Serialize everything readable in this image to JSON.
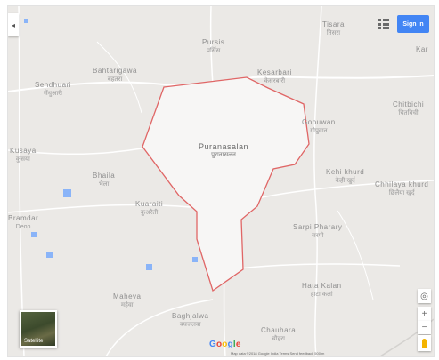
{
  "header": {
    "signin_label": "Sign in",
    "collapse_glyph": "◂",
    "apps_icon": "apps-grid-icon"
  },
  "map": {
    "colors": {
      "land": "#ebe9e6",
      "road": "#ffffff",
      "water": "#8ab4f8",
      "boundary": "#e06666",
      "highlight": "#f7f6f5"
    },
    "highlighted_area": "Puranasalan",
    "places": [
      {
        "en": "Pursis",
        "hi": "पर्सिस"
      },
      {
        "en": "Tisara",
        "hi": "तिसरा"
      },
      {
        "en": "Kar",
        "hi": ""
      },
      {
        "en": "Bahtarigawa",
        "hi": "बहतरा"
      },
      {
        "en": "Sendhuari",
        "hi": "सेंधुआरी"
      },
      {
        "en": "Kesarbari",
        "hi": "केसरबारी"
      },
      {
        "en": "Chitbichi",
        "hi": "चितबिची"
      },
      {
        "en": "Gopuwan",
        "hi": "गोपुवान"
      },
      {
        "en": "Puranasalan",
        "hi": "पुरानासलन"
      },
      {
        "en": "Kusaya",
        "hi": "कुसया"
      },
      {
        "en": "Bhaila",
        "hi": "भैला"
      },
      {
        "en": "Kehi khurd",
        "hi": "केही खुर्द"
      },
      {
        "en": "Chhilaya khurd",
        "hi": "छिलैया खुर्द"
      },
      {
        "en": "Kuaraiti",
        "hi": "कुअरैती"
      },
      {
        "en": "Bramdar",
        "hi": ""
      },
      {
        "en": "Sarpi Pharary",
        "hi": "सरपी"
      },
      {
        "en": "Maheva",
        "hi": "महेवा"
      },
      {
        "en": "Hata Kalan",
        "hi": "हाटा कलां"
      },
      {
        "en": "Baghjalwa",
        "hi": "बघजलवा"
      },
      {
        "en": "Chauhara",
        "hi": "चौहरा"
      }
    ]
  },
  "controls": {
    "satellite_label": "Satellite",
    "zoom_in": "+",
    "zoom_out": "−",
    "location_glyph": "◎"
  },
  "footer": {
    "logo": {
      "G": "G",
      "o1": "o",
      "o2": "o",
      "g": "g",
      "l": "l",
      "e": "e"
    },
    "text": "Map data ©2018 Google   India   Terms   Send feedback   500 m"
  }
}
